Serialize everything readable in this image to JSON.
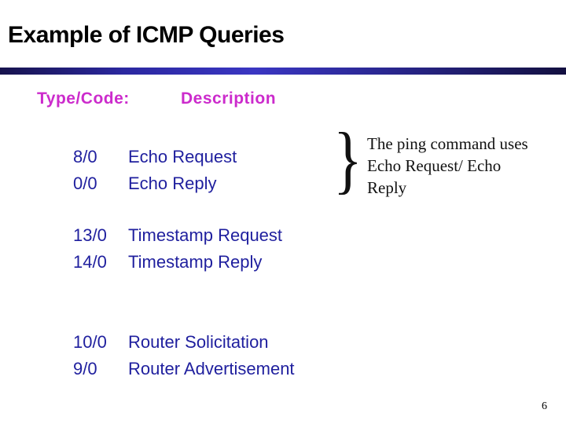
{
  "slide": {
    "title": "Example of ICMP Queries",
    "page_number": "6"
  },
  "headers": {
    "type_code": "Type/Code:",
    "description": "Description"
  },
  "table": {
    "groups": [
      {
        "rows": [
          {
            "code": "8/0",
            "desc": "Echo Request"
          },
          {
            "code": "0/0",
            "desc": "Echo Reply"
          }
        ]
      },
      {
        "rows": [
          {
            "code": "13/0",
            "desc": "Timestamp Request"
          },
          {
            "code": "14/0",
            "desc": "Timestamp Reply"
          }
        ]
      },
      {
        "rows": [
          {
            "code": "10/0",
            "desc": "Router Solicitation"
          },
          {
            "code": "9/0",
            "desc": "Router Advertisement"
          }
        ]
      }
    ]
  },
  "annotation": {
    "brace": "}",
    "text": "The ping command uses Echo Request/ Echo Reply"
  },
  "colors": {
    "header": "#cc2bcc",
    "row_text": "#1f1f9e",
    "bar_left": "#17134d",
    "bar_mid": "#3a36c2",
    "bar_right": "#131040"
  }
}
